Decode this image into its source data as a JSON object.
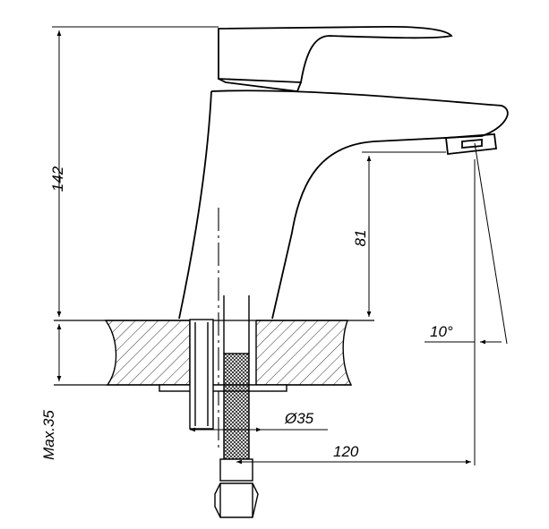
{
  "dimensions": {
    "total_height": "142",
    "spout_height": "81",
    "max_thickness": "Max.35",
    "hole_diameter": "Ø35",
    "spout_reach": "120",
    "swivel_angle": "10°"
  },
  "colors": {
    "line": "#000000",
    "background": "#ffffff"
  }
}
